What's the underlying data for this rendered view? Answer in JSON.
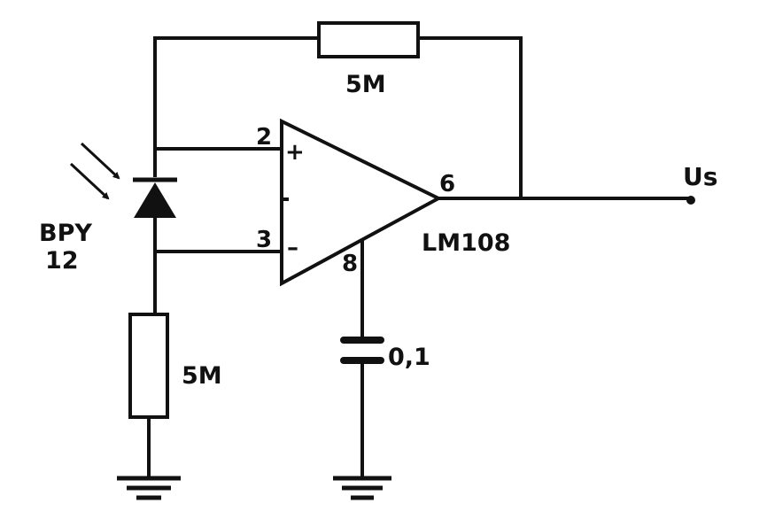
{
  "labels": {
    "feedback_resistor": "5M",
    "bottom_resistor": "5M",
    "photodiode_line1": "BPY",
    "photodiode_line2": "12",
    "pin_noninverting": "2",
    "pin_inverting": "3",
    "pin_output": "6",
    "pin_comp": "8",
    "plus_sign": "+",
    "minus_sign": "–",
    "opamp_part": "LM108",
    "capacitor": "0,1",
    "output": "Us"
  },
  "colors": {
    "ink": "#111111",
    "paper": "#ffffff"
  },
  "icons": {
    "photodiode": "photodiode-icon",
    "light_arrows": "light-arrows-icon",
    "opamp": "opamp-triangle-icon",
    "resistor": "resistor-icon",
    "capacitor": "capacitor-icon",
    "ground": "ground-icon",
    "terminal": "output-terminal-icon"
  }
}
